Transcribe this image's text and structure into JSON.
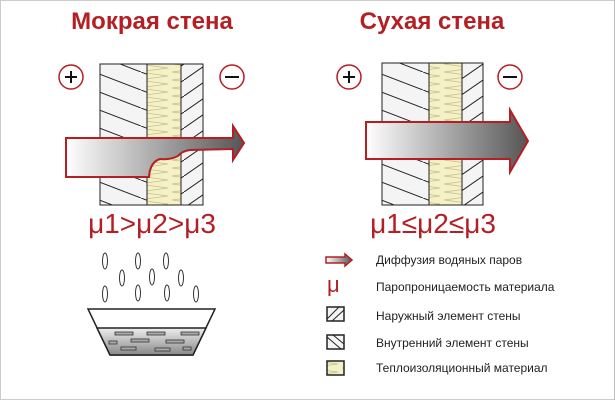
{
  "wet": {
    "title": "Мокрая стена",
    "formula": "μ1>μ2>μ3",
    "plus": "+",
    "minus": "−"
  },
  "dry": {
    "title": "Сухая стена",
    "formula": "μ1≤μ2≤μ3",
    "plus": "+",
    "minus": "−"
  },
  "legend": {
    "mu_symbol": "μ",
    "items": [
      {
        "icon": "arrow-icon",
        "label": "Диффузия водяных паров"
      },
      {
        "icon": "mu-icon",
        "label": "Паропроницаемость материала"
      },
      {
        "icon": "outer-wall-hatch-icon",
        "label": "Наружный элемент стены"
      },
      {
        "icon": "inner-wall-hatch-icon",
        "label": "Внутренний элемент стены"
      },
      {
        "icon": "insulation-icon",
        "label": "Теплоизоляционный материал"
      }
    ]
  },
  "colors": {
    "accent": "#b51f24",
    "insulation": "#f4f0c8",
    "wall": "#f4f4f4"
  }
}
